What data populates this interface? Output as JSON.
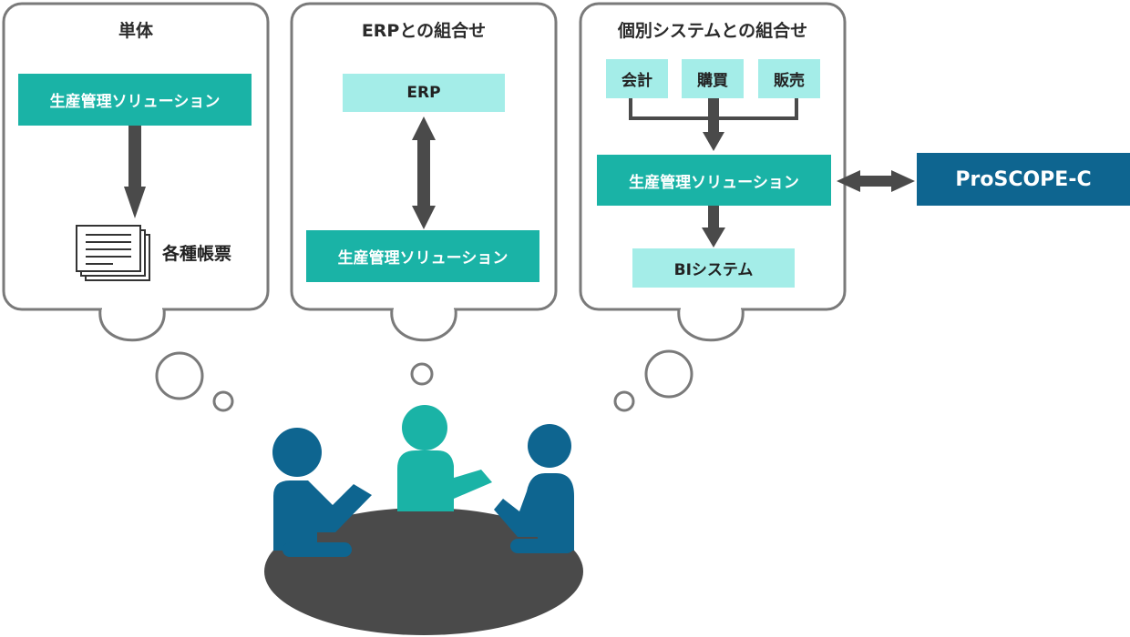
{
  "panel_single": {
    "title": "単体",
    "solution_box": "生産管理ソリューション",
    "output_label": "各種帳票"
  },
  "panel_erp": {
    "title": "ERPとの組合せ",
    "erp_box": "ERP",
    "solution_box": "生産管理ソリューション"
  },
  "panel_systems": {
    "title": "個別システムとの組合せ",
    "inputs": [
      "会計",
      "購買",
      "販売"
    ],
    "solution_box": "生産管理ソリューション",
    "bi_box": "BIシステム"
  },
  "product_box": "ProSCOPE-C",
  "colors": {
    "teal": "#1ab3a6",
    "light_teal": "#a4ede8",
    "navy_blue": "#0e6590",
    "dark_gray": "#4a4a4a",
    "bubble_outline": "#7a7a7a"
  }
}
